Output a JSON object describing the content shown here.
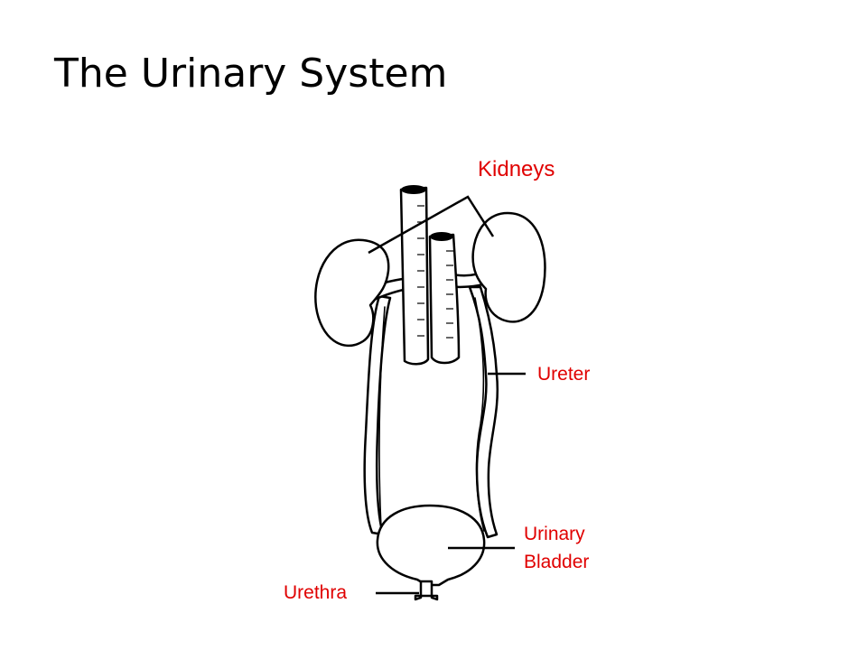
{
  "slide": {
    "title": "The Urinary System"
  },
  "labels": {
    "kidneys": "Kidneys",
    "ureter": "Ureter",
    "bladder_line1": "Urinary",
    "bladder_line2": "Bladder",
    "urethra": "Urethra"
  },
  "colors": {
    "label": "#e00000",
    "line": "#000000",
    "background": "#ffffff"
  }
}
